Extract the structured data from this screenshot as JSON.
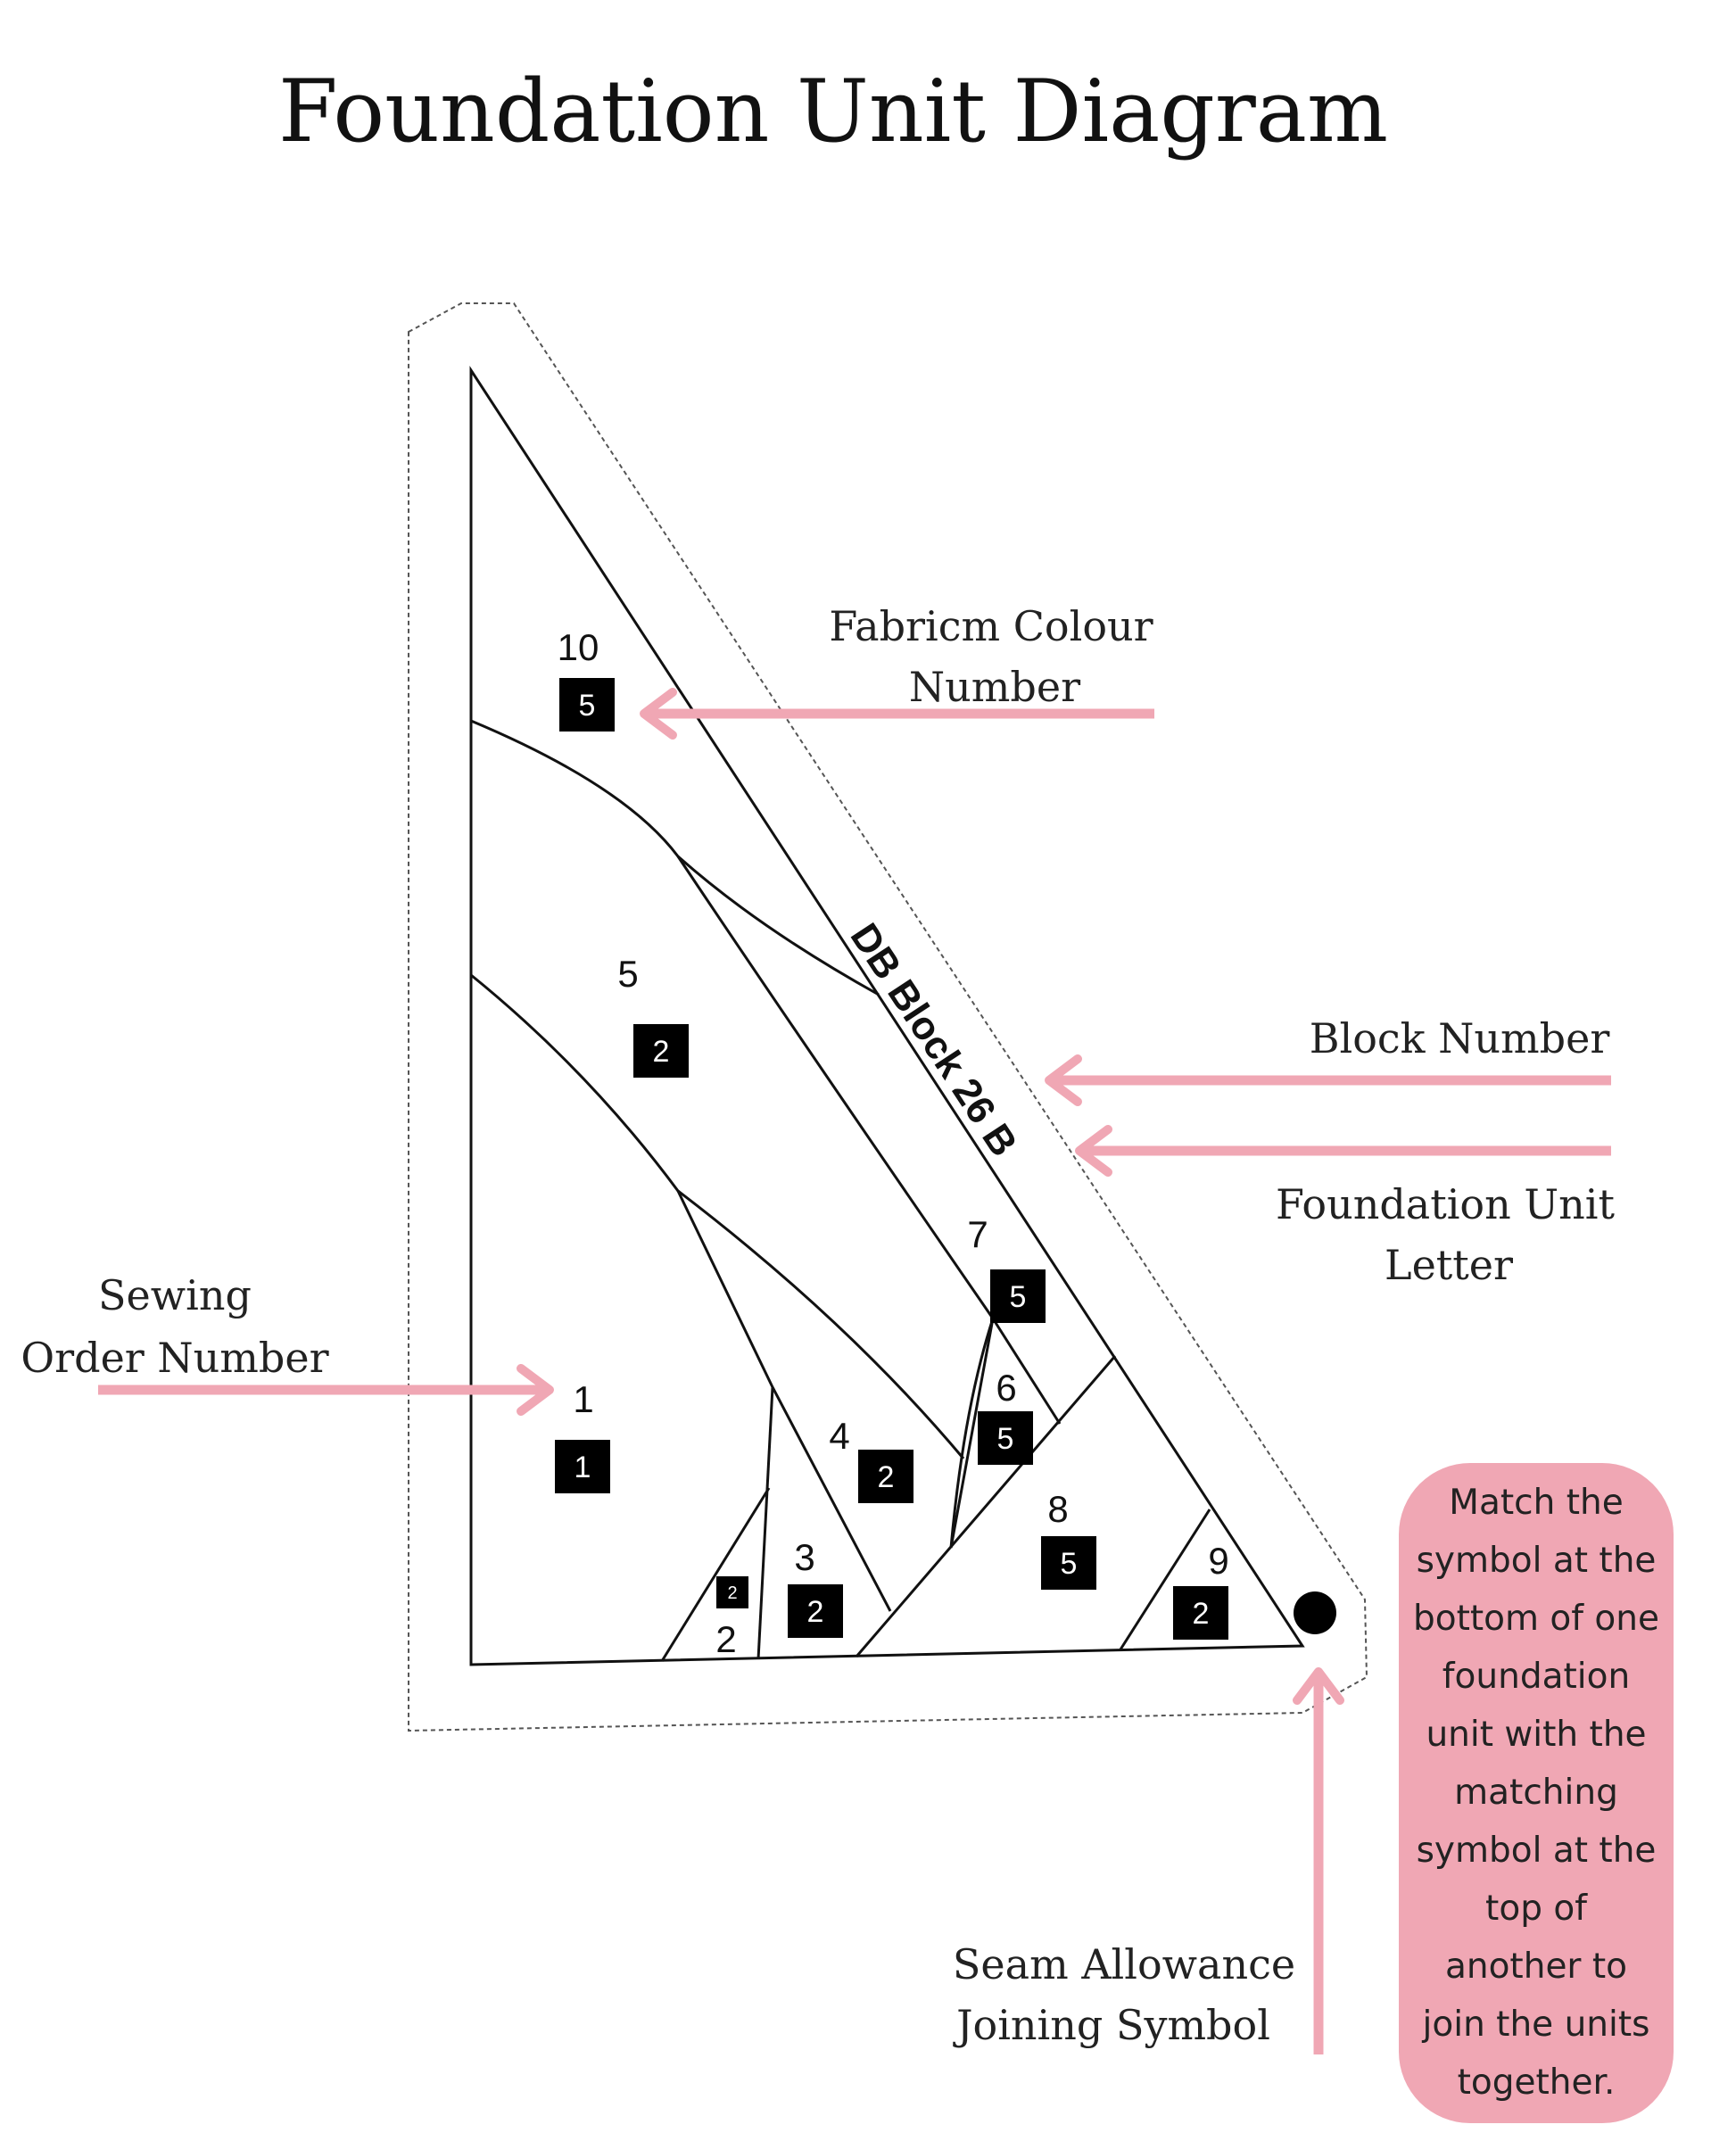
{
  "title": "Foundation Unit Diagram",
  "colors": {
    "accent": "#f0a7b4",
    "note_bg": "#f0a7b4",
    "line": "#111111"
  },
  "block_id": "DB Block 26 B",
  "sections": [
    {
      "order": "10",
      "fabric": "5"
    },
    {
      "order": "5",
      "fabric": "2"
    },
    {
      "order": "7",
      "fabric": "5"
    },
    {
      "order": "1",
      "fabric": "1"
    },
    {
      "order": "6",
      "fabric": "5"
    },
    {
      "order": "4",
      "fabric": "2"
    },
    {
      "order": "8",
      "fabric": "5"
    },
    {
      "order": "3",
      "fabric": "2"
    },
    {
      "order": "9",
      "fabric": "2"
    },
    {
      "order": "2",
      "fabric": "2"
    }
  ],
  "callouts": {
    "fabric_colour": [
      "Fabricm Colour",
      "Number"
    ],
    "block_number": [
      "Block Number"
    ],
    "unit_letter": [
      "Foundation Unit",
      "Letter"
    ],
    "sewing_order": [
      "Sewing",
      "Order Number"
    ],
    "seam_symbol": [
      "Seam Allowance",
      "Joining Symbol"
    ]
  },
  "note": [
    "Match the",
    "symbol at the",
    "bottom of one",
    "foundation",
    "unit with the",
    "matching",
    "symbol at the",
    "top of",
    "another to",
    "join the units",
    "together."
  ],
  "icons": {
    "joining_symbol": "filled-circle-icon"
  }
}
